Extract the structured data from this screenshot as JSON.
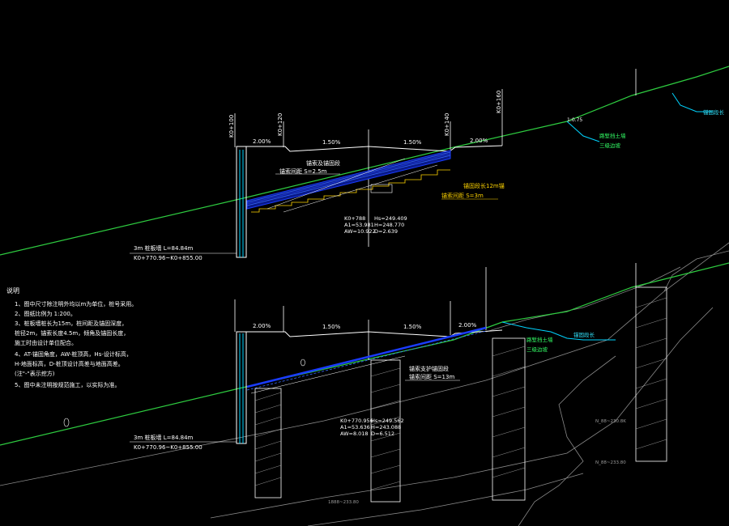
{
  "colors": {
    "background": "#000000",
    "ground_line": "#2ecc40",
    "water_line": "#00d4ff",
    "structure": "#ffffff",
    "anchor": "#1a3cff",
    "note_yellow": "#ffd400",
    "geology": "#8a8a8a"
  },
  "upper_section": {
    "stations_top": [
      "K0+100",
      "K0+120",
      "K0+140",
      "K0+160"
    ],
    "grade_left": "2.00%",
    "grade_mid_left": "1.50%",
    "grade_mid_right": "1.50%",
    "grade_right": "2.00%",
    "anchor_label": "锚索及锚固段",
    "anchor_spacing": "锚索间距 S=2.5m",
    "yellow_note": "锚索间距 S=3m",
    "yellow_note2": "锚固段长12m锚",
    "data_left": [
      "K0+788",
      "A1=53.981",
      "AW=10.922"
    ],
    "data_right": [
      "Hs=249.409",
      "H=248.770",
      "D=2.639"
    ],
    "wall_label": "3m 桩板墙 L=84.84m",
    "wall_range": "K0+770.96~K0+855.00",
    "right_tag_1": "路堑挡土墙",
    "right_tag_2": "三级边坡",
    "right_tag_cyan": "锚固段长",
    "right_note_small": "1:0.75"
  },
  "lower_section": {
    "grade_left": "2.00%",
    "grade_mid_left": "1.50%",
    "grade_mid_right": "1.50%",
    "grade_right": "2.00%",
    "anchor_label": "锚索支护锚固段",
    "anchor_spacing": "锚索间距 S=13m",
    "data_left": [
      "K0+770.956",
      "A1=53.636",
      "AW=8.018"
    ],
    "data_right": [
      "Hs=249.562",
      "H=243.088",
      "D=6.512"
    ],
    "wall_label": "3m 桩板墙 L=84.84m",
    "wall_range": "K0+770.96~K0+855.00",
    "right_tag_1": "路堑挡土墙",
    "right_tag_2": "三级边坡",
    "right_tag_cyan": "锚固段长",
    "geo_note_1": "N_88~230.8K",
    "geo_note_2": "N_88~233.80",
    "geo_note_3": "1888~233.80"
  },
  "notes": {
    "title": "说明",
    "items": [
      "1、图中尺寸除注明外均以m为单位，桩号采用。",
      "2、图纸比例为 1:200。",
      "3、桩板墙桩长为15m，桩间距及锚固深度，",
      "   桩径2m，锚索长度4.5m，倾角及锚固长度，",
      "   施工时由设计单位配合。",
      "4、AT-锚固角度，AW-桩顶高，Hs-设计标高，",
      "   H-地面标高，D-桩顶设计高差与地面高差。",
      "   (注\"-\"表示挖方)",
      "5、图中未注明按规范施工，以实际为准。"
    ]
  }
}
